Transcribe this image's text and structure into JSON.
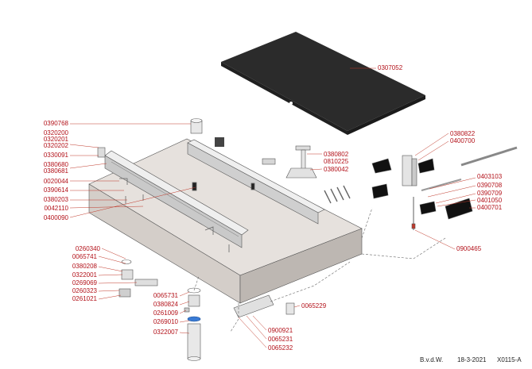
{
  "drawing": {
    "part_labels": {
      "p0307052": "0307052",
      "p0390768": "0390768",
      "p0320200": "0320200",
      "p0320201": "0320201",
      "p0320202": "0320202",
      "p0330091": "0330091",
      "p0380680": "0380680",
      "p0380681": "0380681",
      "p0020044": "0020044",
      "p0390614": "0390614",
      "p0380203": "0380203",
      "p0042110": "0042110",
      "p0400090": "0400090",
      "p0380802": "0380802",
      "p0810225": "0810225",
      "p0380042": "0380042",
      "p0380822": "0380822",
      "p0400700": "0400700",
      "p0403103": "0403103",
      "p0390708": "0390708",
      "p0390709": "0390709",
      "p0401050": "0401050",
      "p0400701": "0400701",
      "p0900465": "0900465",
      "p0260340": "0260340",
      "p0065741": "0065741",
      "p0380208": "0380208",
      "p0322001": "0322001",
      "p0269069": "0269069",
      "p0260323": "0260323",
      "p0261021": "0261021",
      "p0065731": "0065731",
      "p0380824": "0380824",
      "p0261009": "0261009",
      "p0269010": "0269010",
      "p0322007": "0322007",
      "p0065229": "0065229",
      "p0900921": "0900921",
      "p0065231": "0065231",
      "p0065232": "0065232"
    },
    "footer": {
      "author": "B.v.d.W.",
      "date": "18-3-2021",
      "drawing_number": "X0115-A"
    },
    "colors": {
      "label": "#b3121a",
      "leader": "#c0392b",
      "mat": "#2b2b2b",
      "tray_top": "#e6e1dd",
      "tray_side": "#cfc9c4",
      "metal": "#d8d8d8",
      "outline": "#555555"
    }
  }
}
